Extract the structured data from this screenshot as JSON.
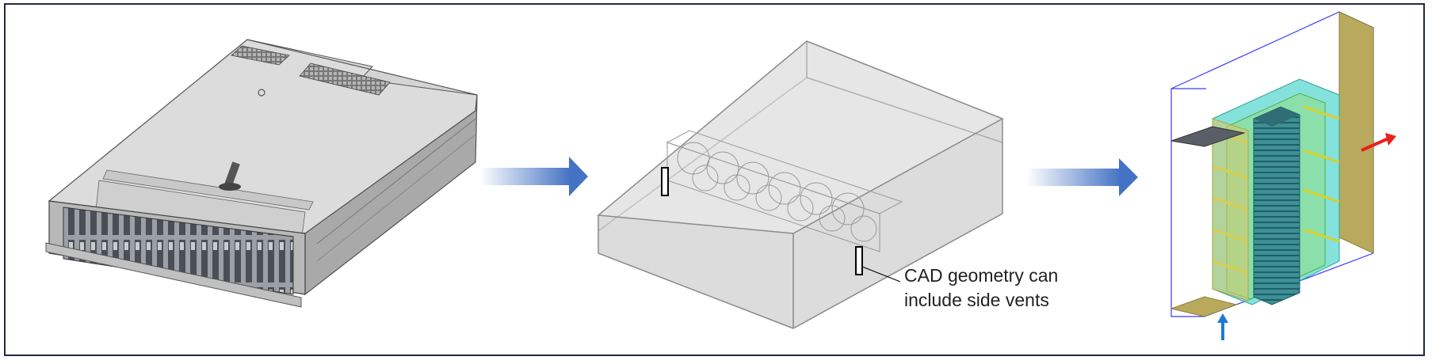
{
  "callout": {
    "text": "CAD geometry can\ninclude side vents"
  },
  "stages": [
    {
      "name": "server-chassis"
    },
    {
      "name": "cad-geometry"
    },
    {
      "name": "thermal-model"
    }
  ],
  "colors": {
    "flow_arrow": "#4472c4",
    "outlet_arrow": "#e8211c",
    "inlet_arrow": "#1f7ad6",
    "heatsink_fill": "#66d9d2",
    "baffle_fill": "#b9a95c",
    "frame": "#1f2a44"
  }
}
